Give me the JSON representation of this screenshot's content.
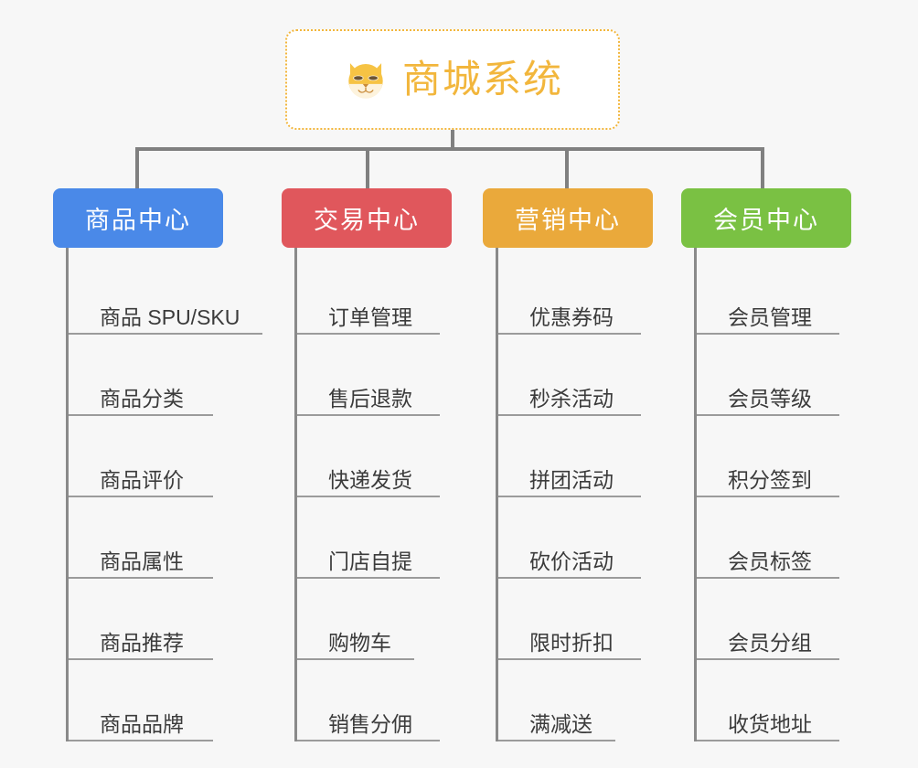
{
  "background_color": "#f7f7f7",
  "root": {
    "title": "商城系统",
    "icon": "dog-face-emoji",
    "text_color": "#f2b63c",
    "border_color": "#f2b63c"
  },
  "connector_color": "#808080",
  "categories": [
    {
      "label": "商品中心",
      "color": "#4a89e8",
      "items": [
        {
          "label": "商品 SPU/SKU",
          "width": "wide"
        },
        {
          "label": "商品分类",
          "width": "long"
        },
        {
          "label": "商品评价",
          "width": "long"
        },
        {
          "label": "商品属性",
          "width": "long"
        },
        {
          "label": "商品推荐",
          "width": "long"
        },
        {
          "label": "商品品牌",
          "width": "long"
        }
      ]
    },
    {
      "label": "交易中心",
      "color": "#e0575c",
      "items": [
        {
          "label": "订单管理",
          "width": "med"
        },
        {
          "label": "售后退款",
          "width": "med"
        },
        {
          "label": "快递发货",
          "width": "med"
        },
        {
          "label": "门店自提",
          "width": "med"
        },
        {
          "label": "购物车",
          "width": "short"
        },
        {
          "label": "销售分佣",
          "width": "med"
        }
      ]
    },
    {
      "label": "营销中心",
      "color": "#eaa93b",
      "items": [
        {
          "label": "优惠券码",
          "width": "med"
        },
        {
          "label": "秒杀活动",
          "width": "med"
        },
        {
          "label": "拼团活动",
          "width": "med"
        },
        {
          "label": "砍价活动",
          "width": "med"
        },
        {
          "label": "限时折扣",
          "width": "med"
        },
        {
          "label": "满减送",
          "width": "short"
        }
      ]
    },
    {
      "label": "会员中心",
      "color": "#7ac143",
      "items": [
        {
          "label": "会员管理",
          "width": "med"
        },
        {
          "label": "会员等级",
          "width": "med"
        },
        {
          "label": "积分签到",
          "width": "med"
        },
        {
          "label": "会员标签",
          "width": "med"
        },
        {
          "label": "会员分组",
          "width": "med"
        },
        {
          "label": "收货地址",
          "width": "med"
        }
      ]
    }
  ],
  "layout": {
    "column_left_positions": [
      58,
      308,
      528,
      745
    ],
    "drop_positions": [
      148,
      400,
      618,
      832
    ]
  }
}
